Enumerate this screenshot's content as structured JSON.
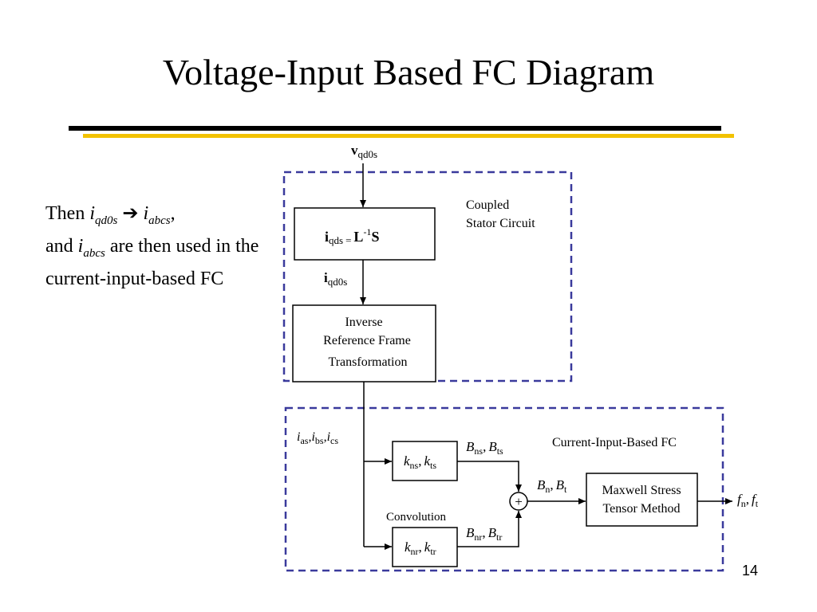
{
  "slide": {
    "title": "Voltage-Input Based FC Diagram",
    "page_number": "14",
    "text": {
      "then": "Then",
      "iqd0s_base": "i",
      "iqd0s_sub": "qd0s",
      "arrow": "➔",
      "iabcs_base": "i",
      "iabcs_sub": "abcs",
      "comma": ",",
      "and": "and",
      "rest": "are then used in the current-input-based FC"
    },
    "colors": {
      "rule_black": "#000000",
      "rule_yellow": "#f2c200",
      "dash_border": "#3a3a9c"
    }
  },
  "diagram": {
    "input_label": {
      "base": "v",
      "sub": "qd0s"
    },
    "coupled_label_line1": "Coupled",
    "coupled_label_line2": "Stator Circuit",
    "eq_box": {
      "i": "i",
      "sub": "qds",
      "eq": "=",
      "L": "L",
      "sup": "-1",
      "S": "S"
    },
    "iqd0s_label": {
      "base": "i",
      "sub": "qd0s"
    },
    "inverse_box": [
      "Inverse",
      "Reference Frame",
      "Transformation"
    ],
    "currents_label": {
      "i": "i",
      "as": "as",
      "bs": "bs",
      "cs": "cs"
    },
    "cifc_label": "Current-Input-Based FC",
    "kns_box": {
      "k1": "k",
      "s1": "ns",
      "sep": ",",
      "k2": "k",
      "s2": "ts"
    },
    "knr_box": {
      "k1": "k",
      "s1": "nr",
      "sep": ",",
      "k2": "k",
      "s2": "tr"
    },
    "convolution_label": "Convolution",
    "bns_label": {
      "b1": "B",
      "s1": "ns",
      "sep": ",",
      "b2": "B",
      "s2": "ts"
    },
    "bnr_label": {
      "b1": "B",
      "s1": "nr",
      "sep": ",",
      "b2": "B",
      "s2": "tr"
    },
    "bn_label": {
      "b1": "B",
      "s1": "n",
      "sep": ",",
      "b2": "B",
      "s2": "t"
    },
    "sum_symbol": "+",
    "maxwell_box": [
      "Maxwell Stress",
      "Tensor Method"
    ],
    "output_label": {
      "f1": "f",
      "s1": "n",
      "sep": ",",
      "f2": "f",
      "s2": "t"
    }
  }
}
